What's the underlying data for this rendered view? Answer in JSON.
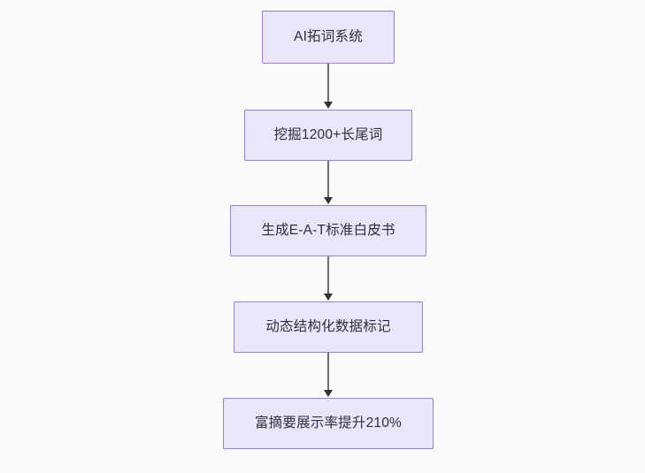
{
  "diagram": {
    "type": "flowchart",
    "direction": "top-to-bottom",
    "background_color": "#fafafa",
    "node_fill_color": "#e9e5fb",
    "node_border_color": "#9d7ce0",
    "node_text_color": "#2f3037",
    "edge_color": "#6d6d6d",
    "arrowhead_color": "#333333",
    "nodes": [
      {
        "id": "n1",
        "label": "AI拓词系统"
      },
      {
        "id": "n2",
        "label": "挖掘1200+长尾词"
      },
      {
        "id": "n3",
        "label": "生成E-A-T标准白皮书"
      },
      {
        "id": "n4",
        "label": "动态结构化数据标记"
      },
      {
        "id": "n5",
        "label": "富摘要展示率提升210%"
      }
    ],
    "edges": [
      {
        "from": "n1",
        "to": "n2",
        "label": ""
      },
      {
        "from": "n2",
        "to": "n3",
        "label": ""
      },
      {
        "from": "n3",
        "to": "n4",
        "label": ""
      },
      {
        "from": "n4",
        "to": "n5",
        "label": ""
      }
    ]
  }
}
